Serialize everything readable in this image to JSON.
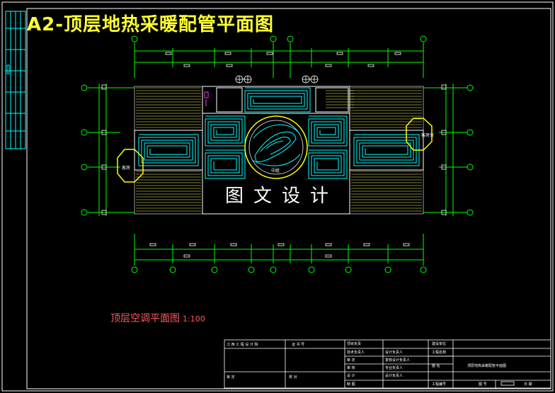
{
  "drawing": {
    "title": "A2-顶层地热采暖配管平面图",
    "subtitle": "顶层空调平面图",
    "scale": "1:100",
    "watermark": "图文设计"
  },
  "rooms": {
    "left_octagon": "客房",
    "right_octagon": "客房分",
    "center": "中庭"
  },
  "title_block": {
    "institute": "江  西  工  程  设  计  院",
    "cert": "证  书  号",
    "cert_no": "",
    "review_label": "审  定",
    "check_label": "校  对",
    "proj_chief": "项目负责",
    "tech_chief": "技术负责人",
    "design_chief": "设计负责人",
    "audit": "审  定",
    "review": "审  核",
    "review2": "复核设计负责人",
    "designer": "设计负责人",
    "checker": "专业负责人",
    "drawn": "设  计",
    "drawer": "制  图",
    "project_label": "建设单位",
    "project_name_label": "工程名称",
    "drawing_label": "图  名",
    "drawing_name": "顶层地热采暖配管平面图",
    "project_no_label": "工程编号",
    "sheet_label": "图  号",
    "date_label": "日  期"
  },
  "colors": {
    "frame": "#ffffff",
    "axis": "#00ff00",
    "wall": "#ffffff",
    "heating_pipe": "#00ffff",
    "floor_hatch": "#ffff66",
    "octagon": "#ffff00",
    "dim_text": "#ffffff",
    "title": "#ffff33",
    "subtitle": "#ff5a5a"
  }
}
